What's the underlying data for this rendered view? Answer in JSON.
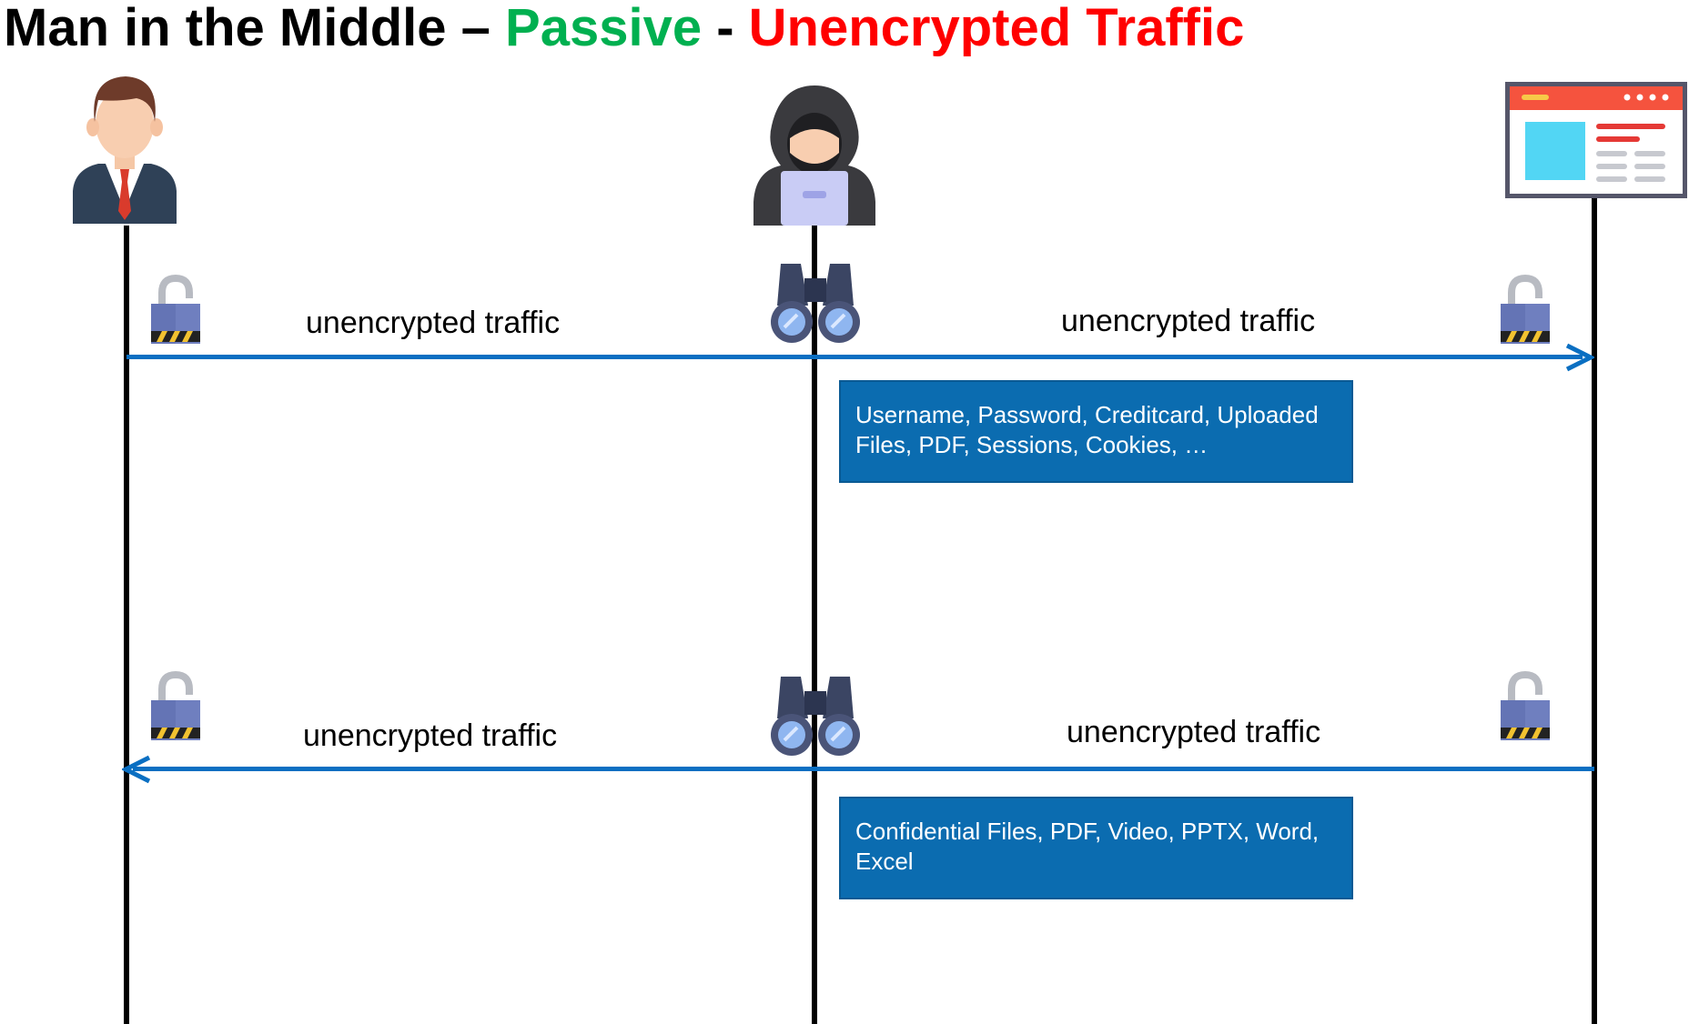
{
  "title": {
    "part1": "Man in the Middle – ",
    "part2": "Passive",
    "part3": " - ",
    "part4": "Unencrypted Traffic",
    "colors": {
      "passive": "#00b050",
      "unencrypted": "#ff0000"
    }
  },
  "actors": [
    {
      "name": "user",
      "icon": "businessman-icon"
    },
    {
      "name": "attacker",
      "icon": "hacker-icon"
    },
    {
      "name": "server",
      "icon": "webpage-icon"
    }
  ],
  "messages": [
    {
      "direction": "client-to-server",
      "left_label": "unencrypted traffic",
      "right_label": "unencrypted traffic",
      "info": "Username, Password, Creditcard, Uploaded Files, PDF, Sessions, Cookies, …"
    },
    {
      "direction": "server-to-client",
      "left_label": "unencrypted traffic",
      "right_label": "unencrypted traffic",
      "info": "Confidential Files, PDF, Video, PPTX, Word, Excel"
    }
  ],
  "colors": {
    "arrow": "#0a6fc2",
    "infobox": "#0b6cb0",
    "lock": "#6f7fbf"
  },
  "icons": [
    "open-padlock-icon",
    "binoculars-icon"
  ]
}
